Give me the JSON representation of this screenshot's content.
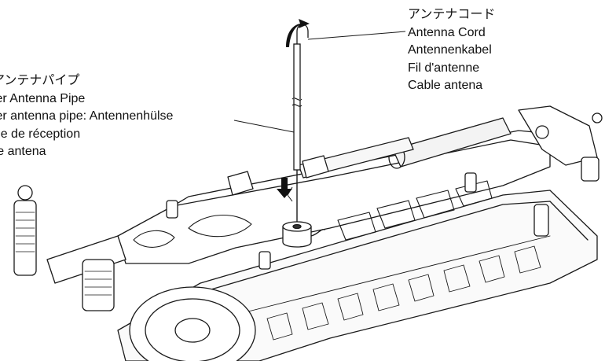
{
  "labels": {
    "antenna_cord": {
      "jp": "アンテナコード",
      "en": "Antenna Cord",
      "de": "Antennenkabel",
      "fr": "Fil d'antenne",
      "es": "Cable antena"
    },
    "antenna_pipe": {
      "jp": "着アンテナパイプ",
      "en": "eiver Antenna Pipe",
      "de": "eiver antenna pipe: Antennenhülse",
      "fr": "enne de réception",
      "es": "o de antena"
    }
  },
  "colors": {
    "line": "#1a1a1a",
    "shade": "#d9d9d9",
    "background": "#ffffff"
  }
}
